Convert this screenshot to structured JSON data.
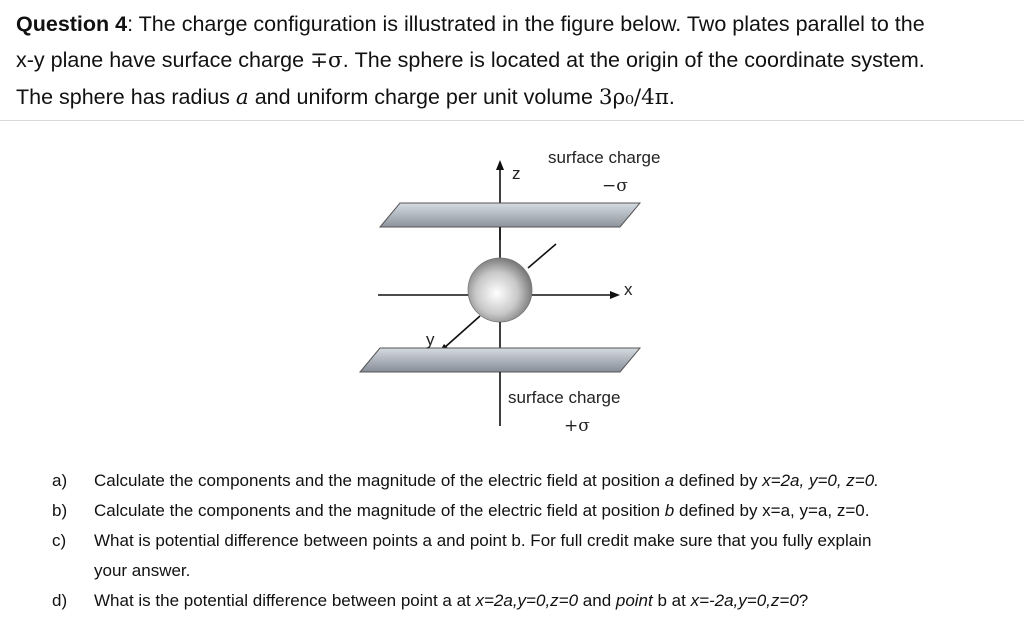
{
  "question": {
    "label": "Question 4",
    "colon": ":",
    "line1": " The charge configuration is illustrated in the figure below. Two plates parallel to the",
    "line2_a": "x-y plane have surface charge ",
    "sym_mp": "∓σ",
    "line2_b": ". The sphere is located at the origin of the coordinate system.",
    "line3_a": "The sphere has radius ",
    "sym_a": "a",
    "line3_b": " and uniform charge per unit volume ",
    "sym_rho": "3ρ₀/4π",
    "line3_c": "."
  },
  "figure": {
    "top_label": "surface charge",
    "top_sigma": "−σ",
    "bottom_label": "surface charge",
    "bottom_sigma": "+σ",
    "axis_z": "z",
    "axis_x": "x",
    "axis_y": "y"
  },
  "parts": [
    {
      "letter": "a)",
      "t1": "Calculate the components and the magnitude of the electric field at position ",
      "i1": "a",
      "t2": " defined by ",
      "i2": "x=2a, y=0, z=0.",
      "t3": ""
    },
    {
      "letter": "b)",
      "t1": "Calculate the components and the magnitude of the electric field at position ",
      "i1": "b",
      "t2": " defined by x=a, y=a, z=0.",
      "i2": "",
      "t3": ""
    },
    {
      "letter": "c)",
      "t1": "What is potential difference between points a and point b. For full credit make sure that you fully explain",
      "t1b": "your answer."
    },
    {
      "letter": "d)",
      "t1": "What is the potential difference between point a at ",
      "i1": "x=2a,y=0,z=0",
      "t2": " and ",
      "i2": "point",
      "t3": " b at ",
      "i3": "x=-2a,y=0,z=0",
      "t4": "?"
    }
  ]
}
